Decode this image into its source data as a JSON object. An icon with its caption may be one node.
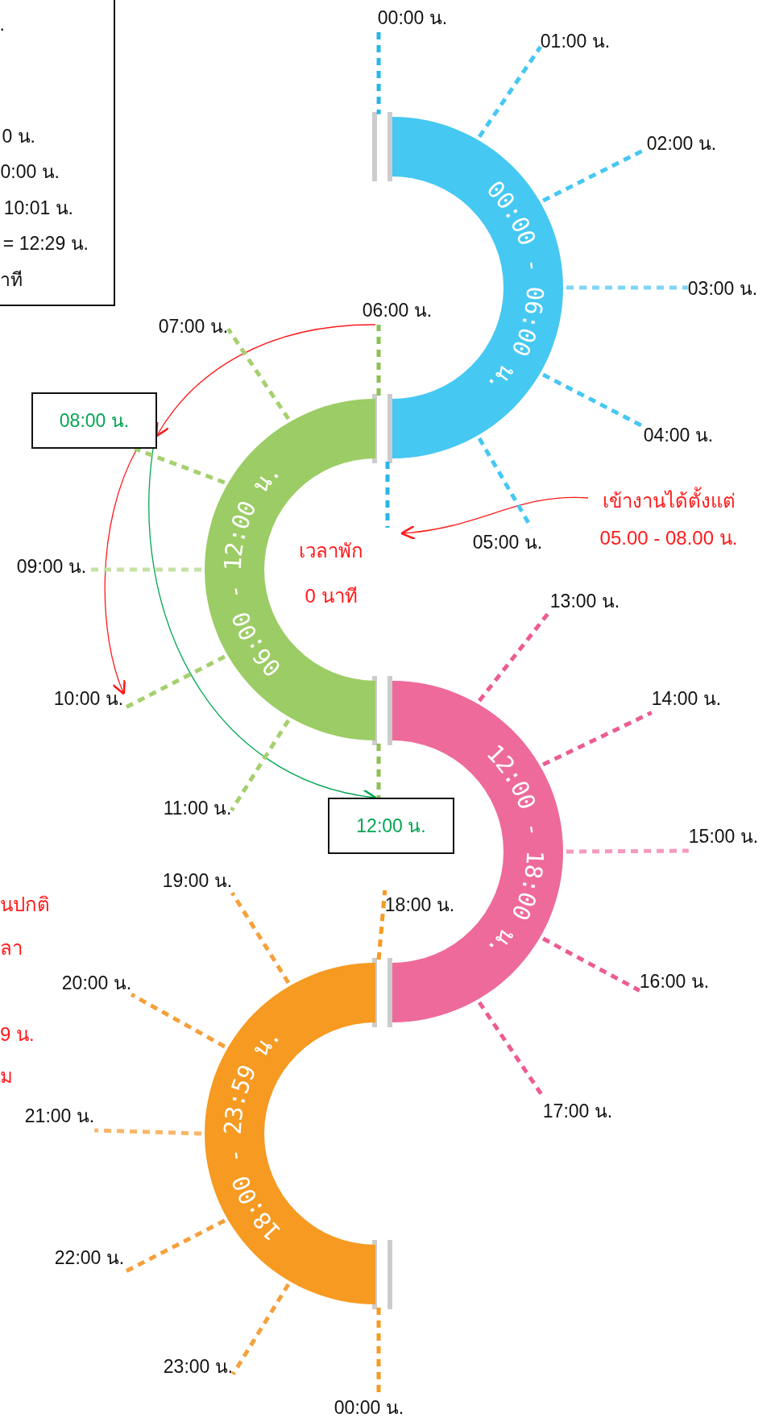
{
  "diagram": {
    "nodes": [
      {
        "text": [
          ".",
          "0 น.",
          "0:00 น.",
          "10:01 น.",
          "= 12:29 น.",
          "าที"
        ]
      },
      {
        "text": [
          "00:00 - 06:00 น."
        ]
      },
      {
        "text": [
          "06:00 - 12:00 น."
        ]
      },
      {
        "text": [
          "12:00 - 18:00 น."
        ]
      },
      {
        "text": [
          "18:00 - 23:59 น."
        ]
      },
      {
        "text": [
          "06:00 น."
        ]
      },
      {
        "text": [
          "08:00 น."
        ]
      },
      {
        "text": [
          "10:00 น."
        ]
      },
      {
        "text": [
          "12:00 น."
        ]
      },
      {
        "text": [
          "เข้างานได้ตั้งแต่ 05.00 - 08.00 น."
        ]
      },
      {
        "text": [
          "00:00 น."
        ]
      },
      {
        "text": [
          "01:00 น."
        ]
      },
      {
        "text": [
          "02:00 น."
        ]
      },
      {
        "text": [
          "03:00 น."
        ]
      },
      {
        "text": [
          "04:00 น."
        ]
      },
      {
        "text": [
          "05:00 น."
        ]
      },
      {
        "text": [
          "07:00 น."
        ]
      },
      {
        "text": [
          "09:00 น."
        ]
      },
      {
        "text": [
          "11:00 น."
        ]
      },
      {
        "text": [
          "13:00 น."
        ]
      },
      {
        "text": [
          "14:00 น."
        ]
      },
      {
        "text": [
          "15:00 น."
        ]
      },
      {
        "text": [
          "16:00 น."
        ]
      },
      {
        "text": [
          "17:00 น."
        ]
      },
      {
        "text": [
          "18:00 น."
        ]
      },
      {
        "text": [
          "19:00 น."
        ]
      },
      {
        "text": [
          "20:00 น."
        ]
      },
      {
        "text": [
          "21:00 น."
        ]
      },
      {
        "text": [
          "22:00 น."
        ]
      },
      {
        "text": [
          "23:00 น."
        ]
      },
      {
        "text": [
          "00:00 น."
        ]
      }
    ],
    "edges": [
      {
        "from": 5,
        "to": 6,
        "arrow": "to",
        "color": "#ff1a1a"
      },
      {
        "from": 6,
        "to": 7,
        "arrow": "to",
        "color": "#ff1a1a"
      },
      {
        "from": 6,
        "to": 8,
        "arrow": "to",
        "color": "#00a651"
      },
      {
        "from": 9,
        "to": null,
        "arrow": "to",
        "color": "#ff1a1a"
      },
      {
        "from": 10,
        "to": 1,
        "arrow": "none",
        "style": "dashed",
        "color": "#29b6e8"
      },
      {
        "from": 1,
        "to": 11,
        "arrow": "none",
        "style": "dashed",
        "color": "#45c8f2"
      },
      {
        "from": 1,
        "to": 12,
        "arrow": "none",
        "style": "dashed",
        "color": "#45c8f2"
      },
      {
        "from": 1,
        "to": 13,
        "arrow": "none",
        "style": "dashed",
        "color": "#7fd6f4"
      },
      {
        "from": 1,
        "to": 14,
        "arrow": "none",
        "style": "dashed",
        "color": "#45c8f2"
      },
      {
        "from": 1,
        "to": 15,
        "arrow": "none",
        "style": "dashed",
        "color": "#45c8f2"
      },
      {
        "from": 1,
        "to": null,
        "arrow": "none",
        "style": "dashed",
        "color": "#29b6e8"
      },
      {
        "from": 2,
        "to": 5,
        "arrow": "none",
        "style": "dashed",
        "color": "#8cc152"
      },
      {
        "from": 2,
        "to": 16,
        "arrow": "none",
        "style": "dashed",
        "color": "#a6d06e"
      },
      {
        "from": 2,
        "to": 6,
        "arrow": "none",
        "style": "dashed",
        "color": "#a6d06e"
      },
      {
        "from": 2,
        "to": 17,
        "arrow": "none",
        "style": "dashed",
        "color": "#c5e1a5"
      },
      {
        "from": 2,
        "to": 7,
        "arrow": "none",
        "style": "dashed",
        "color": "#a6d06e"
      },
      {
        "from": 2,
        "to": 18,
        "arrow": "none",
        "style": "dashed",
        "color": "#a6d06e"
      },
      {
        "from": 2,
        "to": 8,
        "arrow": "none",
        "style": "dashed",
        "color": "#8cc152"
      },
      {
        "from": 3,
        "to": 19,
        "arrow": "none",
        "style": "dashed",
        "color": "#ec5c93"
      },
      {
        "from": 3,
        "to": 20,
        "arrow": "none",
        "style": "dashed",
        "color": "#ec5c93"
      },
      {
        "from": 3,
        "to": 21,
        "arrow": "none",
        "style": "dashed",
        "color": "#f59ac0"
      },
      {
        "from": 3,
        "to": 22,
        "arrow": "none",
        "style": "dashed",
        "color": "#ec5c93"
      },
      {
        "from": 3,
        "to": 23,
        "arrow": "none",
        "style": "dashed",
        "color": "#ec5c93"
      },
      {
        "from": 4,
        "to": 24,
        "arrow": "none",
        "style": "dashed",
        "color": "#f69a22"
      },
      {
        "from": 4,
        "to": 25,
        "arrow": "none",
        "style": "dashed",
        "color": "#f6a03a"
      },
      {
        "from": 4,
        "to": 26,
        "arrow": "none",
        "style": "dashed",
        "color": "#f6a03a"
      },
      {
        "from": 4,
        "to": 27,
        "arrow": "none",
        "style": "dashed",
        "color": "#f8b668"
      },
      {
        "from": 4,
        "to": 28,
        "arrow": "none",
        "style": "dashed",
        "color": "#f6a03a"
      },
      {
        "from": 4,
        "to": 29,
        "arrow": "none",
        "style": "dashed",
        "color": "#f6a03a"
      },
      {
        "from": 4,
        "to": 30,
        "arrow": "none",
        "style": "dashed",
        "color": "#f69a22"
      }
    ],
    "labels": [
      "เวลาพัก 0 นาที",
      "นปกติ",
      "ลา",
      "9 น.",
      "ม"
    ]
  }
}
